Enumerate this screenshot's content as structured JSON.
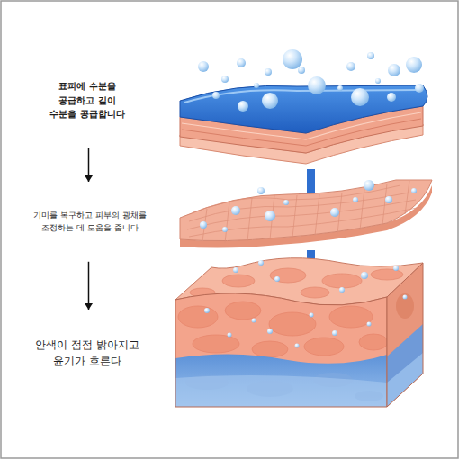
{
  "diagram": {
    "nodes": [
      {
        "text": [
          "표피에 수분을 공급하고 깊이 수분을 공급합니다"
        ]
      },
      {
        "text": [
          "기미를 복구하고 피부의 광채를 조정하는 데 도움을 줍니다"
        ]
      },
      {
        "text": [
          "안색이 점점 밝아지고 윤기가 흐른다"
        ]
      }
    ],
    "edges": [
      {
        "from": 0,
        "to": 1,
        "arrow": "to"
      },
      {
        "from": 1,
        "to": 2,
        "arrow": "to"
      }
    ]
  }
}
